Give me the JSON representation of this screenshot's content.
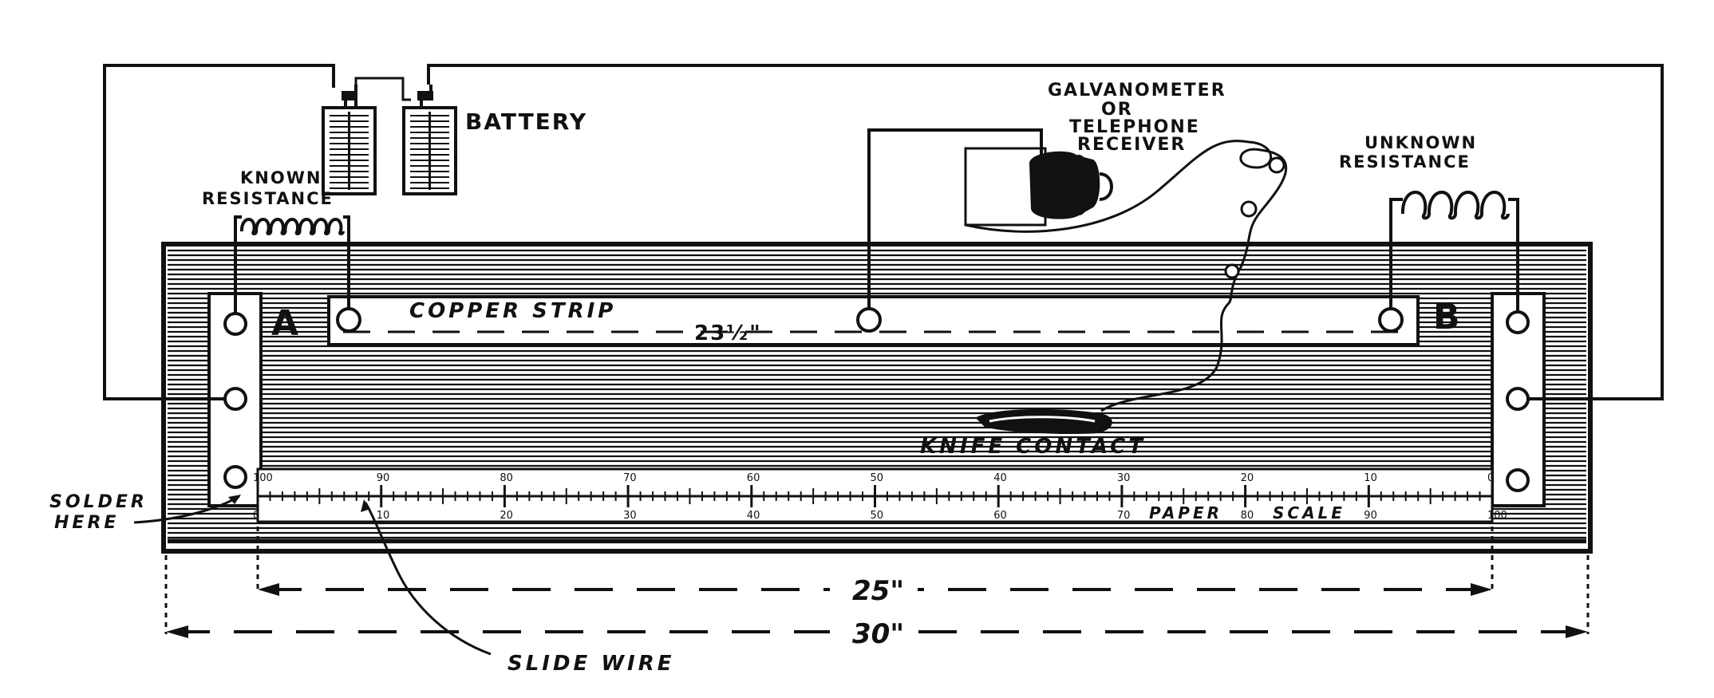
{
  "labels": {
    "battery": "BATTERY",
    "known_resistance_1": "KNOWN",
    "known_resistance_2": "RESISTANCE",
    "galvanometer_1": "GALVANOMETER",
    "galvanometer_2": "OR",
    "galvanometer_3": "TELEPHONE",
    "galvanometer_4": "RECEIVER",
    "unknown_resistance_1": "UNKNOWN",
    "unknown_resistance_2": "RESISTANCE",
    "terminal_a": "A",
    "terminal_b": "B",
    "copper_strip": "COPPER STRIP",
    "strip_length": "23½\"",
    "knife_contact": "KNIFE CONTACT",
    "paper_scale_1": "PAPER",
    "paper_scale_2": "SCALE",
    "solder_1": "SOLDER",
    "solder_2": "HERE",
    "slide_wire": "SLIDE WIRE",
    "dim_inner": "25\"",
    "dim_outer": "30\""
  },
  "scale": {
    "top_numbers": [
      "100",
      "90",
      "80",
      "70",
      "60",
      "50",
      "40",
      "30",
      "20",
      "10",
      "0"
    ],
    "bottom_numbers": [
      "0",
      "10",
      "20",
      "30",
      "40",
      "50",
      "60",
      "70",
      "80",
      "90",
      "100"
    ]
  },
  "colors": {
    "ink": "#111111",
    "paper": "#ffffff"
  }
}
